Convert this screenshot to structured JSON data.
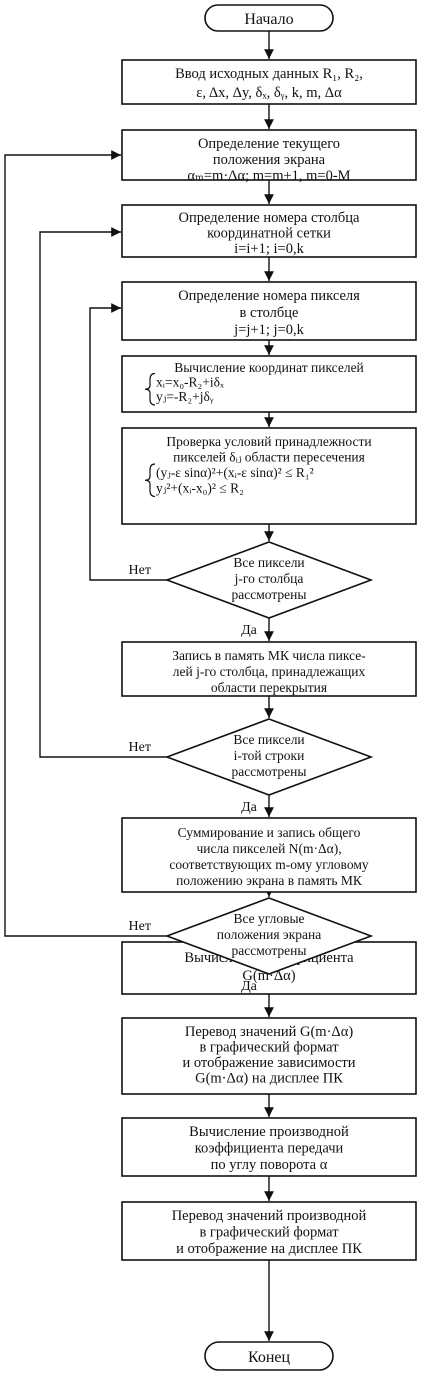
{
  "title": "",
  "start_label": "Начало",
  "end_label": "Конец",
  "steps": [
    {
      "id": "input",
      "lines": [
        "Ввод исходных данных R₁, R₂,",
        "ε, Δx, Δy, δₓ, δᵧ, k, m, Δα"
      ]
    },
    {
      "id": "screen-position",
      "lines": [
        "Определение текущего",
        "положения экрана",
        "αₘ=m·Δα; m=m+1, m=0-M"
      ]
    },
    {
      "id": "column-number",
      "lines": [
        "Определение номера столбца",
        "координатной сетки",
        "i=i+1; i=0,k"
      ]
    },
    {
      "id": "pixel-number",
      "lines": [
        "Определение номера пикселя",
        "в столбце",
        "j=j+1; j=0,k"
      ]
    },
    {
      "id": "pixel-coords",
      "lines": [
        "Вычисление координат пикселей",
        "xᵢ=x₀-R₂+iδₓ",
        "yⱼ=-R₂+jδᵧ"
      ]
    },
    {
      "id": "membership-check",
      "lines": [
        "Проверка условий принадлежности",
        "пикселей δᵢⱼ области пересечения",
        "(yⱼ-ε sinα)²+(xᵢ-ε sinα)² ≤ R₁²",
        "yⱼ²+(xᵢ-x₀)² ≤ R₂"
      ]
    },
    {
      "id": "write-column",
      "lines": [
        "Запись в память МК числа пиксе-",
        "лей j-го столбца, принадлежащих",
        "области перекрытия"
      ]
    },
    {
      "id": "sum-write",
      "lines": [
        "Суммирование и запись общего",
        "числа пикселей N(m·Δα),",
        "соответствующих m-ому угловому",
        "положению экрана в память МК"
      ]
    },
    {
      "id": "coefficient",
      "lines": [
        "Вычисление коэффициента",
        "G(m·Δα)"
      ]
    },
    {
      "id": "graph-display",
      "lines": [
        "Перевод значений G(m·Δα)",
        "в графический формат",
        "и отображение зависимости",
        "G(m·Δα) на дисплее ПК"
      ]
    },
    {
      "id": "derivative",
      "lines": [
        "Вычисление производной",
        "коэффициента передачи",
        "по углу поворота α"
      ]
    },
    {
      "id": "derivative-display",
      "lines": [
        "Перевод значений производной",
        "в графический формат",
        "и отображение на дисплее ПК"
      ]
    }
  ],
  "decisions": [
    {
      "id": "all-pixels-column",
      "lines": [
        "Все пиксели",
        "j-го столбца",
        "рассмотрены"
      ],
      "no_label": "Нет",
      "yes_label": "Да"
    },
    {
      "id": "all-pixels-row",
      "lines": [
        "Все пиксели",
        "i-той строки",
        "рассмотрены"
      ],
      "no_label": "Нет",
      "yes_label": "Да"
    },
    {
      "id": "all-positions",
      "lines": [
        "Все угловые",
        "положения экрана",
        "рассмотрены"
      ],
      "no_label": "Нет",
      "yes_label": "Да"
    }
  ]
}
